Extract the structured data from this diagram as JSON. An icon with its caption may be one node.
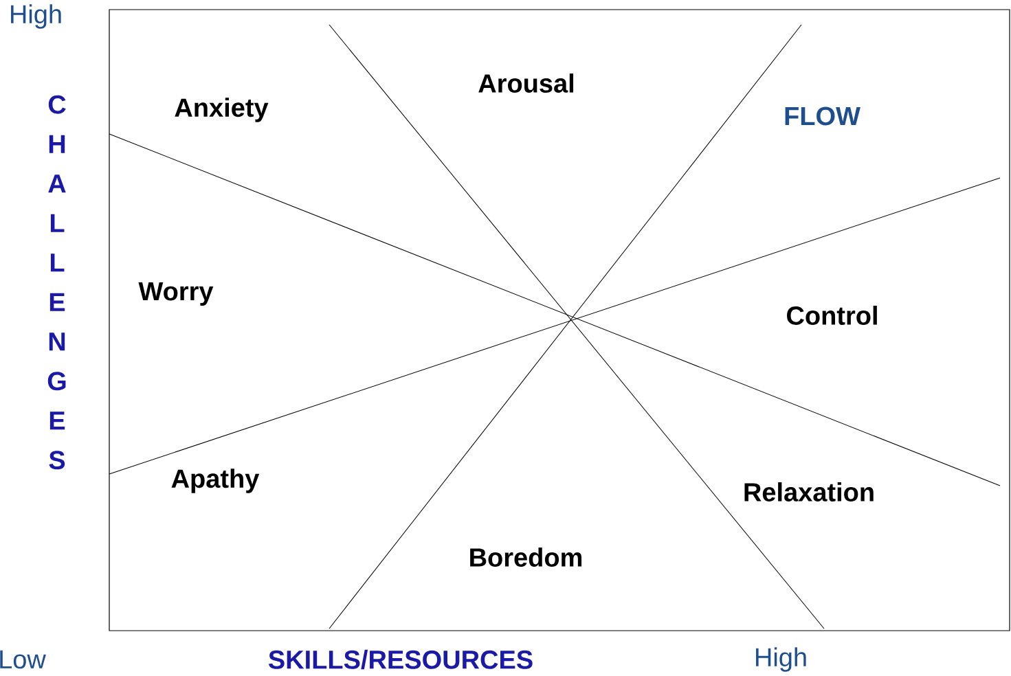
{
  "diagram": {
    "labels": [
      "High",
      "CHALLENGES",
      "Anxiety",
      "Arousal",
      "FLOW",
      "Worry",
      "Control",
      "Apathy",
      "Relaxation",
      "Boredom",
      "Low",
      "SKILLS/RESOURCES",
      "High"
    ]
  }
}
